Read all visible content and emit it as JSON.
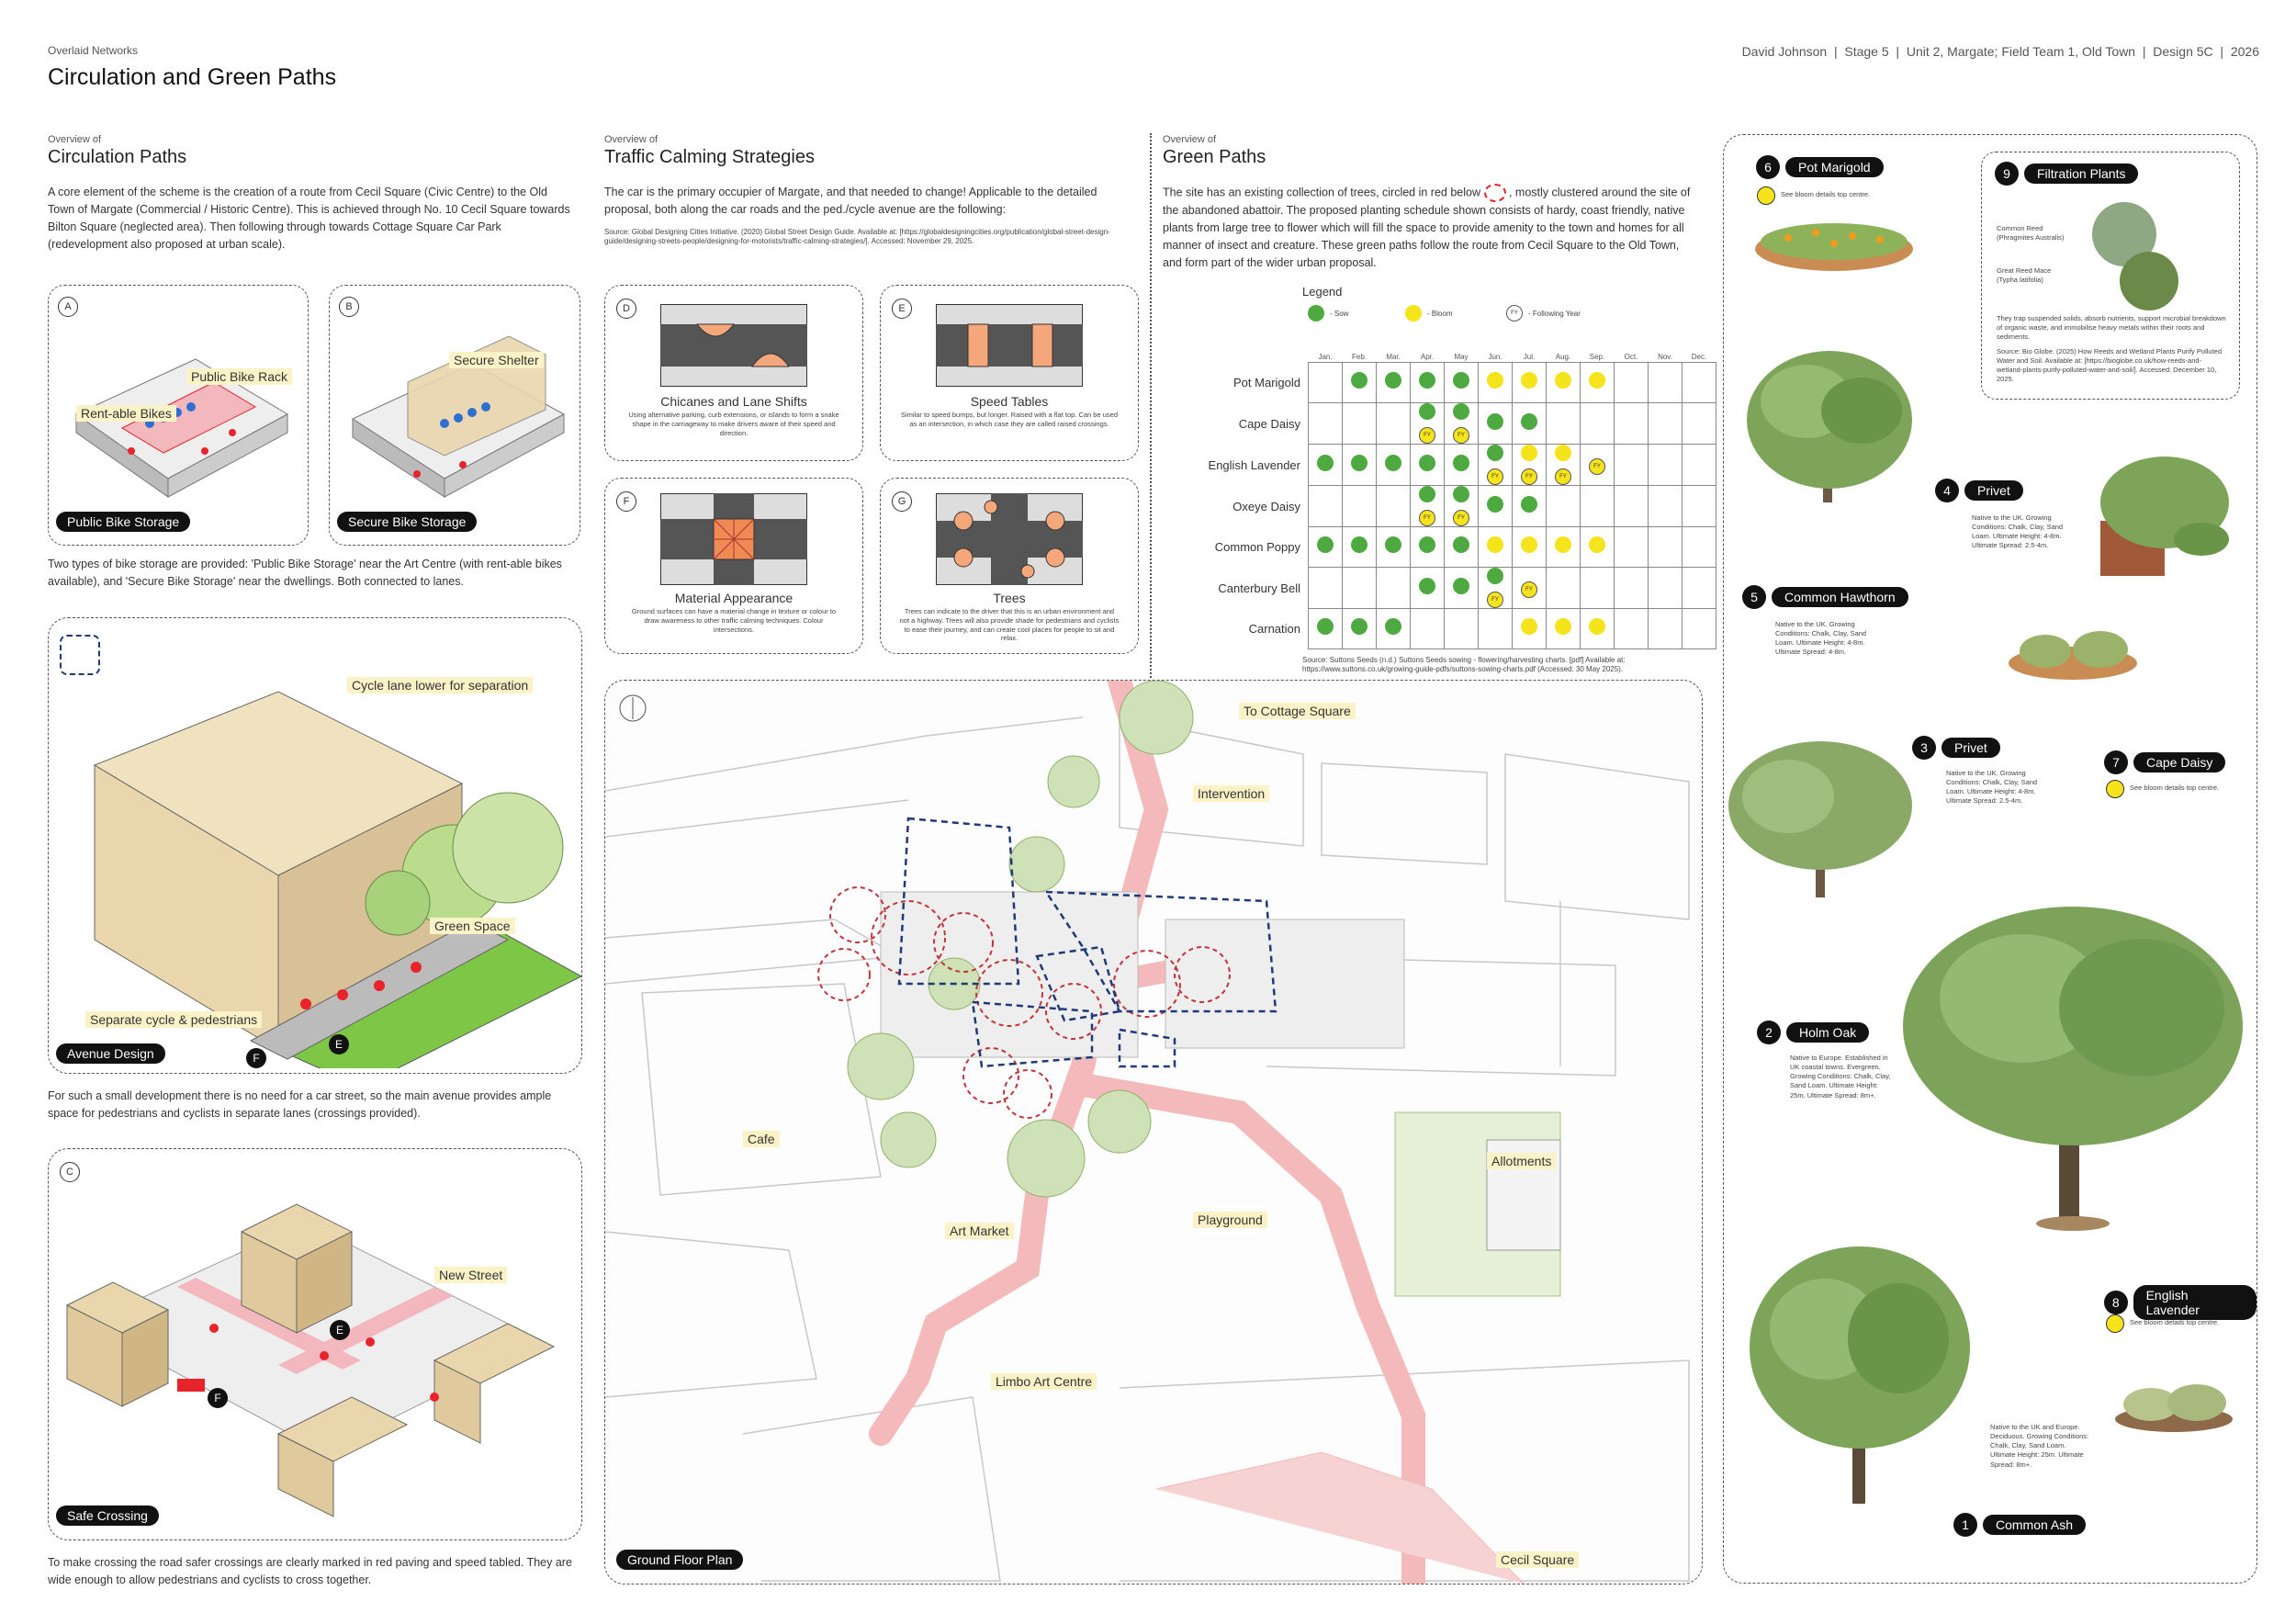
{
  "header": {
    "kicker": "Overlaid Networks",
    "title": "Circulation and Green Paths",
    "meta": "David Johnson  |  Stage 5  |  Unit 2, Margate; Field Team 1, Old Town  |  Design 5C  |  2026"
  },
  "circulation": {
    "kicker": "Overview of",
    "title": "Circulation Paths",
    "intro": "A core element of the scheme is the creation of a route from Cecil Square (Civic Centre) to the Old Town of Margate (Commercial / Historic Centre). This is achieved through No. 10 Cecil Square towards Bilton Square (neglected area). Then following through towards Cottage Square Car Park (redevelopment also proposed at urban scale).",
    "cardA": {
      "letter": "A",
      "label1": "Public Bike Rack",
      "label2": "Rent-able Bikes",
      "caption": "Public Bike Storage"
    },
    "cardB": {
      "letter": "B",
      "label1": "Secure Shelter",
      "caption": "Secure Bike Storage"
    },
    "bike_text": "Two types of bike storage are provided: 'Public Bike Storage' near the Art Centre (with rent-able bikes available), and 'Secure Bike Storage' near the dwellings. Both connected to lanes.",
    "avenue": {
      "label1": "Cycle lane lower for separation",
      "label2": "Green Space",
      "label3": "Separate cycle & pedestrians",
      "caption": "Avenue Design",
      "e": "E",
      "f": "F"
    },
    "avenue_text": "For such a small development there is no need for a car street, so the main avenue provides ample space for pedestrians and cyclists in separate lanes (crossings provided).",
    "crossing": {
      "letter": "C",
      "label1": "New Street",
      "caption": "Safe Crossing",
      "e": "E",
      "f": "F"
    },
    "crossing_text": "To make crossing the road safer crossings are clearly marked in red paving and speed tabled. They are wide enough to allow pedestrians and cyclists to cross together."
  },
  "traffic": {
    "kicker": "Overview of",
    "title": "Traffic Calming Strategies",
    "intro": "The car is the primary occupier of Margate, and that needed to change! Applicable to the detailed proposal, both along the car roads and the ped./cycle avenue are the following:",
    "source": "Source: Global Designing Cities Initiative. (2020) Global Street Design Guide. Available at: [https://globaldesigningcities.org/publication/global-street-design-guide/designing-streets-people/designing-for-motorists/traffic-calming-strategies/]. Accessed: November 29, 2025.",
    "strategies": [
      {
        "letter": "D",
        "title": "Chicanes and Lane Shifts",
        "text": "Using alternative parking, curb extensions, or islands to form a snake shape in the carriageway to make drivers aware of their speed and direction."
      },
      {
        "letter": "E",
        "title": "Speed Tables",
        "text": "Similar to speed bumps, but longer. Raised with a flat top. Can be used as an intersection, in which case they are called raised crossings."
      },
      {
        "letter": "F",
        "title": "Material Appearance",
        "text": "Ground surfaces can have a material change in texture or colour to draw awareness to other traffic calming techniques. Colour intersections."
      },
      {
        "letter": "G",
        "title": "Trees",
        "text": "Trees can indicate to the driver that this is an urban environment and not a highway. Trees will also provide shade for pedestrians and cyclists to ease their journey, and can create cool places for people to sit and relax."
      }
    ]
  },
  "green": {
    "kicker": "Overview of",
    "title": "Green Paths",
    "intro_a": "The site has an existing collection of trees, circled in red below",
    "intro_b": ", mostly clustered around the site of the abandoned abattoir. The proposed planting schedule shown consists of hardy, coast friendly, native plants from large tree to flower which will fill the space to provide amenity to the town and homes for all manner of insect and creature. These green paths follow the route from Cecil Square to the Old Town, and form part of the wider urban proposal.",
    "legend": {
      "title": "Legend",
      "sow": "- Sow",
      "bloom": "- Bloom",
      "fy": "FY",
      "fy_label": "- Following Year"
    },
    "months": [
      "Jan.",
      "Feb.",
      "Mar.",
      "Apr.",
      "May",
      "Jun.",
      "Jul.",
      "Aug.",
      "Sep.",
      "Oct.",
      "Nov.",
      "Dec."
    ],
    "schedule": [
      {
        "name": "Pot Marigold",
        "cells": [
          "",
          "g",
          "g",
          "g",
          "g",
          "y",
          "y",
          "y",
          "y",
          "",
          "",
          ""
        ]
      },
      {
        "name": "Cape Daisy",
        "cells": [
          "",
          "",
          "",
          "gf",
          "gf",
          "g",
          "g",
          "",
          "",
          "",
          "",
          ""
        ]
      },
      {
        "name": "English Lavender",
        "cells": [
          "g",
          "g",
          "g",
          "g",
          "g",
          "gf",
          "yf",
          "yf",
          "f",
          "",
          "",
          ""
        ]
      },
      {
        "name": "Oxeye Daisy",
        "cells": [
          "",
          "",
          "",
          "gf",
          "gf",
          "g",
          "g",
          "",
          "",
          "",
          "",
          ""
        ]
      },
      {
        "name": "Common Poppy",
        "cells": [
          "g",
          "g",
          "g",
          "g",
          "g",
          "y",
          "y",
          "y",
          "y",
          "",
          "",
          ""
        ]
      },
      {
        "name": "Canterbury Bell",
        "cells": [
          "",
          "",
          "",
          "g",
          "g",
          "gf",
          "f",
          "",
          "",
          "",
          "",
          ""
        ]
      },
      {
        "name": "Carnation",
        "cells": [
          "g",
          "g",
          "g",
          "",
          "",
          "",
          "y",
          "y",
          "y",
          "",
          "",
          ""
        ]
      }
    ],
    "source": "Source: Suttons Seeds (n.d.) Suttons Seeds sowing - flowering/harvesting charts. [pdf] Available at: https://www.suttons.co.uk/growing-guide-pdfs/suttons-sowing-charts.pdf (Accessed: 30 May 2025)."
  },
  "plan": {
    "caption": "Ground Floor Plan",
    "labels": [
      "To Cottage Square",
      "Intervention",
      "Cafe",
      "Art Market",
      "Limbo Art Centre",
      "Playground",
      "Allotments",
      "Cecil Square"
    ]
  },
  "plants": [
    {
      "num": "6",
      "name": "Pot Marigold",
      "note": "See bloom details top centre."
    },
    {
      "num": "9",
      "name": "Filtration Plants",
      "note": "Common Reed (Phragmites Australis)",
      "note2": "Great Reed Mace (Typha latifolia)",
      "note3": "They trap suspended solids, absorb nutrients, support microbial breakdown of organic waste, and immobilise heavy metals within their roots and sediments.",
      "note4": "Source: Bio Globe. (2025) How Reeds and Wetland Plants Purify Polluted Water and Soil. Available at: [https://bioglobe.co.uk/how-reeds-and-wetland-plants-purify-polluted-water-and-soil/]. Accessed: December 10, 2025."
    },
    {
      "num": "4",
      "name": "Privet",
      "note": "Native to the UK. Growing Conditions: Chalk, Clay, Sand Loam. Ultimate Height: 4-8m. Ultimate Spread: 2.5-4m."
    },
    {
      "num": "5",
      "name": "Common Hawthorn",
      "note": "Native to the UK. Growing Conditions: Chalk, Clay, Sand Loam. Ultimate Height: 4-8m. Ultimate Spread: 4-8m."
    },
    {
      "num": "3",
      "name": "Privet",
      "note": "Native to the UK. Growing Conditions: Chalk, Clay, Sand Loam. Ultimate Height: 4-8m. Ultimate Spread: 2.5-4m."
    },
    {
      "num": "7",
      "name": "Cape Daisy",
      "note": "See bloom details top centre."
    },
    {
      "num": "2",
      "name": "Holm Oak",
      "note": "Native to Europe. Established in UK coastal towns. Evergreen. Growing Conditions: Chalk, Clay, Sand Loam. Ultimate Height: 25m. Ultimate Spread: 8m+."
    },
    {
      "num": "8",
      "name": "English Lavender",
      "note": "See bloom details top centre."
    },
    {
      "num": "1",
      "name": "Common Ash",
      "note": "Native to the UK and Europe. Deciduous. Growing Conditions: Chalk, Clay, Sand Loam. Ultimate Height: 25m. Ultimate Spread: 8m+."
    }
  ],
  "colors": {
    "red": "#e8232b",
    "sand": "#e9d6ad",
    "green": "#4ea941",
    "yellow": "#f5e31b"
  }
}
